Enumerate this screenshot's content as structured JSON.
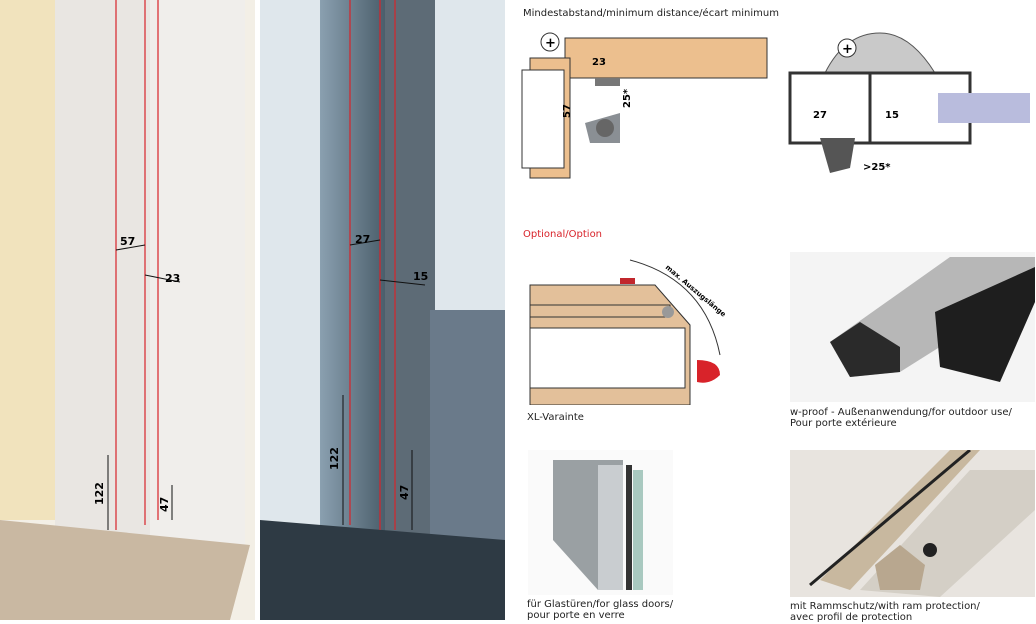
{
  "photo_wall": {
    "dims": [
      "57",
      "23",
      "122",
      "47"
    ]
  },
  "photo_glass": {
    "dims": [
      "27",
      "15",
      "122",
      "47"
    ]
  },
  "section_min_distance": {
    "title": "Mindestabstand/minimum distance/écart minimum",
    "diagram_a": [
      "23",
      "25*",
      "57"
    ],
    "diagram_b": [
      "27",
      "15",
      ">25*"
    ]
  },
  "section_optional": {
    "title": "Optional/Option",
    "xl": {
      "caption": "XL-Varainte",
      "annotation": "max. Auszugslänge"
    },
    "wproof": {
      "caption_line1": "w-proof - Außenanwendung/for outdoor use/",
      "caption_line2": "Pour porte extérieure"
    },
    "glass": {
      "caption_line1": "für Glastüren/for glass doors/",
      "caption_line2": "pour porte en verre"
    },
    "ram": {
      "caption_line1": "mit Rammschutz/with ram protection/",
      "caption_line2": "avec profil de protection"
    }
  },
  "colors": {
    "accent": "#d8232a",
    "wood": "#e8b98a"
  }
}
